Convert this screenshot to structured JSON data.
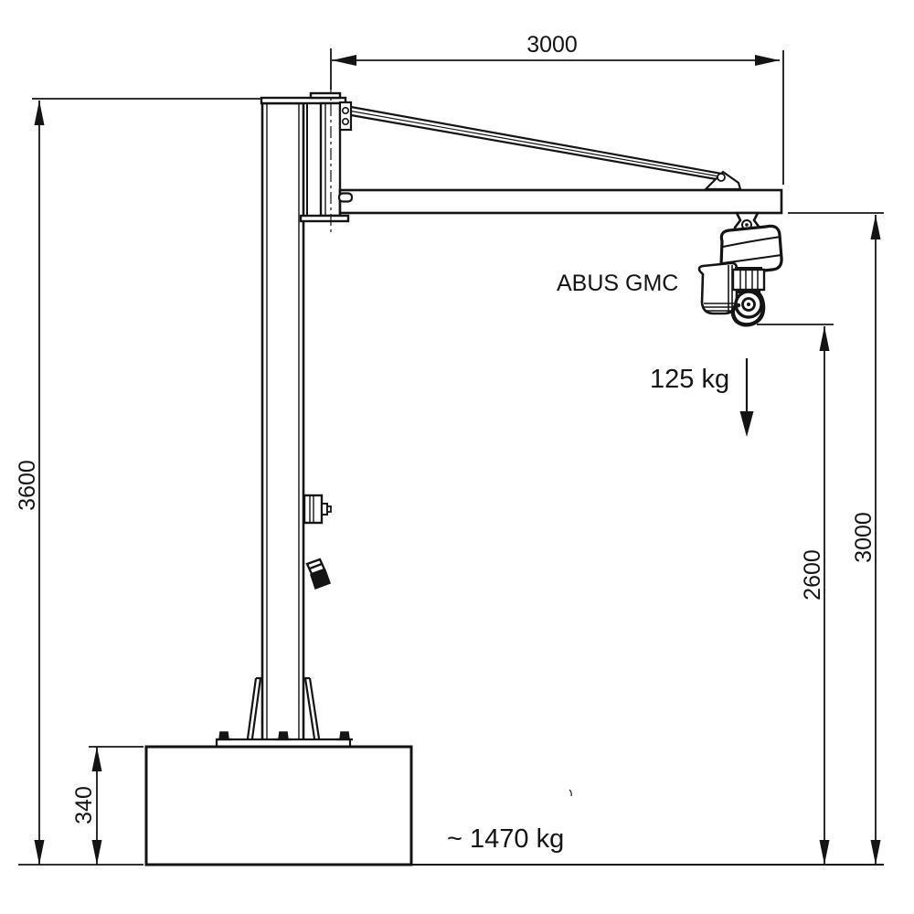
{
  "diagram": {
    "type": "technical dimensional drawing",
    "subject": "pillar jib crane with electric chain hoist",
    "labels": {
      "hoist_model": "ABUS GMC",
      "load_capacity": "125 kg",
      "approx_weight": "~ 1470 kg"
    },
    "dimensions": {
      "jib_outreach_top": "3000",
      "overall_column_height": "3600",
      "foundation_height": "340",
      "hook_path_height": "2600",
      "clearance_under_beam": "3000"
    },
    "colors": {
      "line": "#141414",
      "background": "#ffffff"
    }
  }
}
